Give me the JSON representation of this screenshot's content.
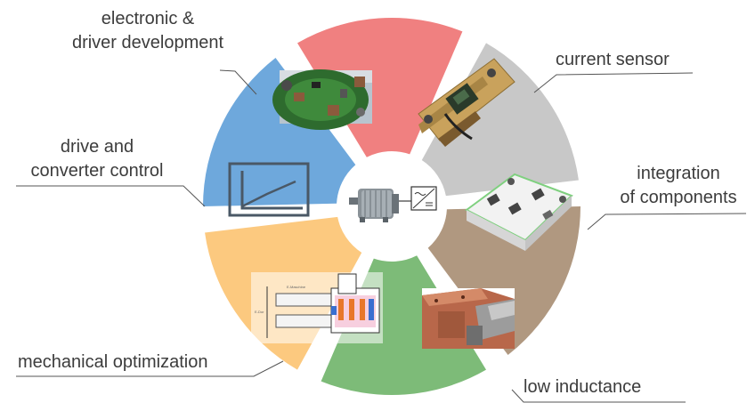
{
  "labels": {
    "electronic": [
      "electronic &",
      "driver development"
    ],
    "current_sensor": "current sensor",
    "drive_control": [
      "drive and",
      "converter control"
    ],
    "integration": [
      "integration",
      "of components"
    ],
    "mechanical": "mechanical optimization",
    "low_inductance": "low inductance"
  },
  "segments": [
    {
      "id": "electronic-driver-development-segment",
      "color": "#f08080"
    },
    {
      "id": "current-sensor-segment",
      "color": "#c8c8c8"
    },
    {
      "id": "integration-of-components-segment",
      "color": "#b09880"
    },
    {
      "id": "low-inductance-segment",
      "color": "#7dbb78"
    },
    {
      "id": "mechanical-optimization-segment",
      "color": "#fcc97f"
    },
    {
      "id": "drive-and-converter-control-segment",
      "color": "#6ea8dc"
    }
  ],
  "icons": {
    "center": "motor-inverter-icon",
    "drive": "step-response-graph-icon",
    "electronic": "pcb-board-image",
    "sensor": "shunt-sensor-image",
    "integration": "power-module-image",
    "inductance": "busbar-image",
    "mechanical": "machine-cross-section-drawing"
  },
  "drawing_text": {
    "machine": "E-Maschine",
    "side": "E-Dor"
  }
}
